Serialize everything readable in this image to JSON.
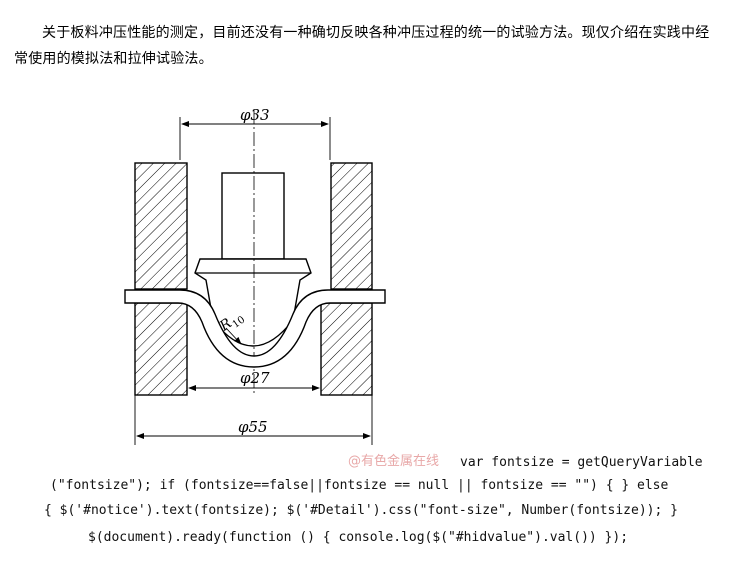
{
  "article": {
    "paragraph": "关于板料冲压性能的测定，目前还没有一种确切反映各种冲压过程的统一的试验方法。现仅介绍在实践中经常使用的模拟法和拉伸试验法。"
  },
  "figure": {
    "dim_top": "φ33",
    "dim_mid": "φ27",
    "dim_bottom": "φ55",
    "radius_letter": "R",
    "radius_sub": "10"
  },
  "watermark": "@有色金属在线",
  "code_lines": [
    "var fontsize = getQueryVariable",
    "(\"fontsize\"); if (fontsize==false||fontsize == null || fontsize == \"\") { } else",
    "{ $('#notice').text(fontsize); $('#Detail').css(\"font-size\", Number(fontsize)); }",
    "$(document).ready(function () { console.log($(\"#hidvalue\").val()) });"
  ]
}
